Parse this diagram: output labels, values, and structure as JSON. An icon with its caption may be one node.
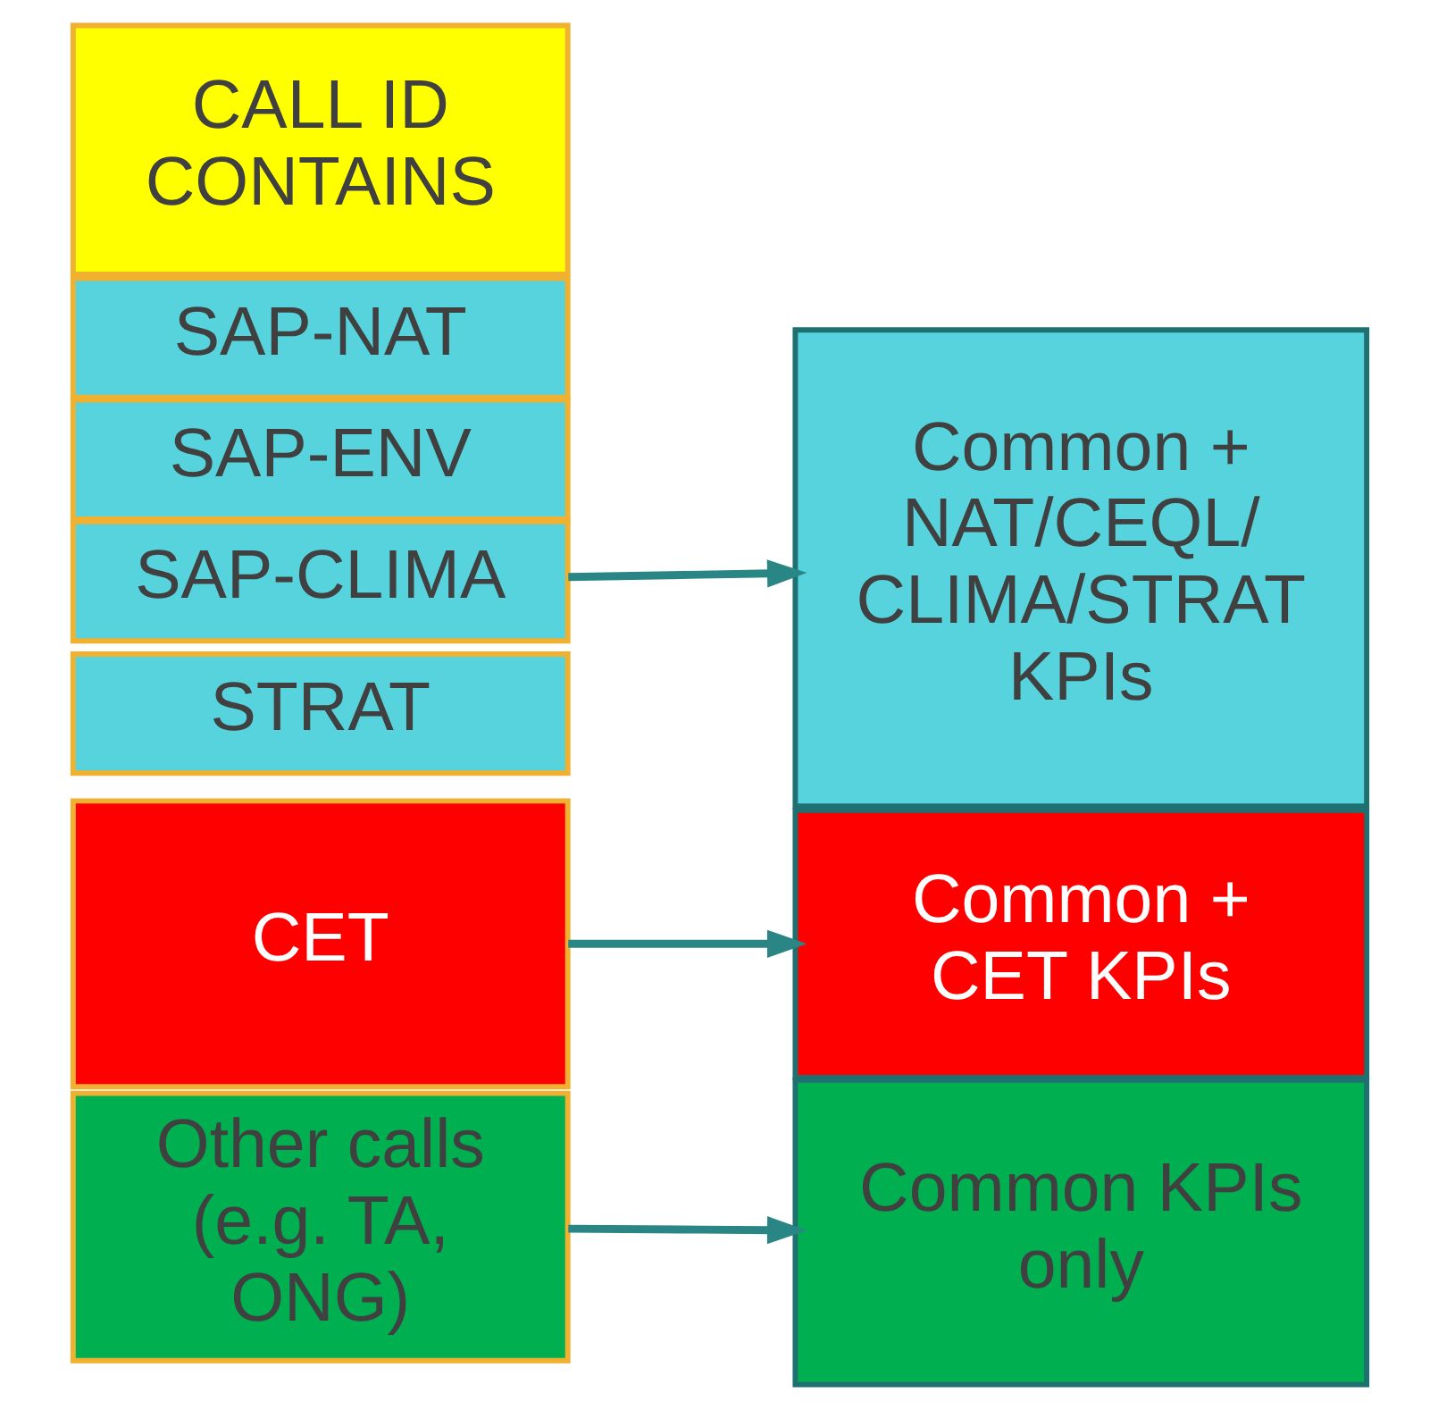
{
  "diagram": {
    "nodes": [
      {
        "text": [
          "CALL ID CONTAINS"
        ]
      },
      {
        "text": [
          "SAP-NAT"
        ]
      },
      {
        "text": [
          "SAP-ENV"
        ]
      },
      {
        "text": [
          "SAP-CLIMA"
        ]
      },
      {
        "text": [
          "STRAT"
        ]
      },
      {
        "text": [
          "CET"
        ]
      },
      {
        "text": [
          "Other calls (e.g. TA, ONG)"
        ]
      },
      {
        "text": [
          "Common + NAT/CEQL/ CLIMA/STRAT KPIs"
        ]
      },
      {
        "text": [
          "Common + CET KPIs"
        ]
      },
      {
        "text": [
          "Common KPIs only"
        ]
      }
    ],
    "edges": [
      {
        "from": 3,
        "to": 7,
        "arrow": "to"
      },
      {
        "from": 5,
        "to": 8,
        "arrow": "to"
      },
      {
        "from": 6,
        "to": 9,
        "arrow": "to"
      }
    ]
  }
}
